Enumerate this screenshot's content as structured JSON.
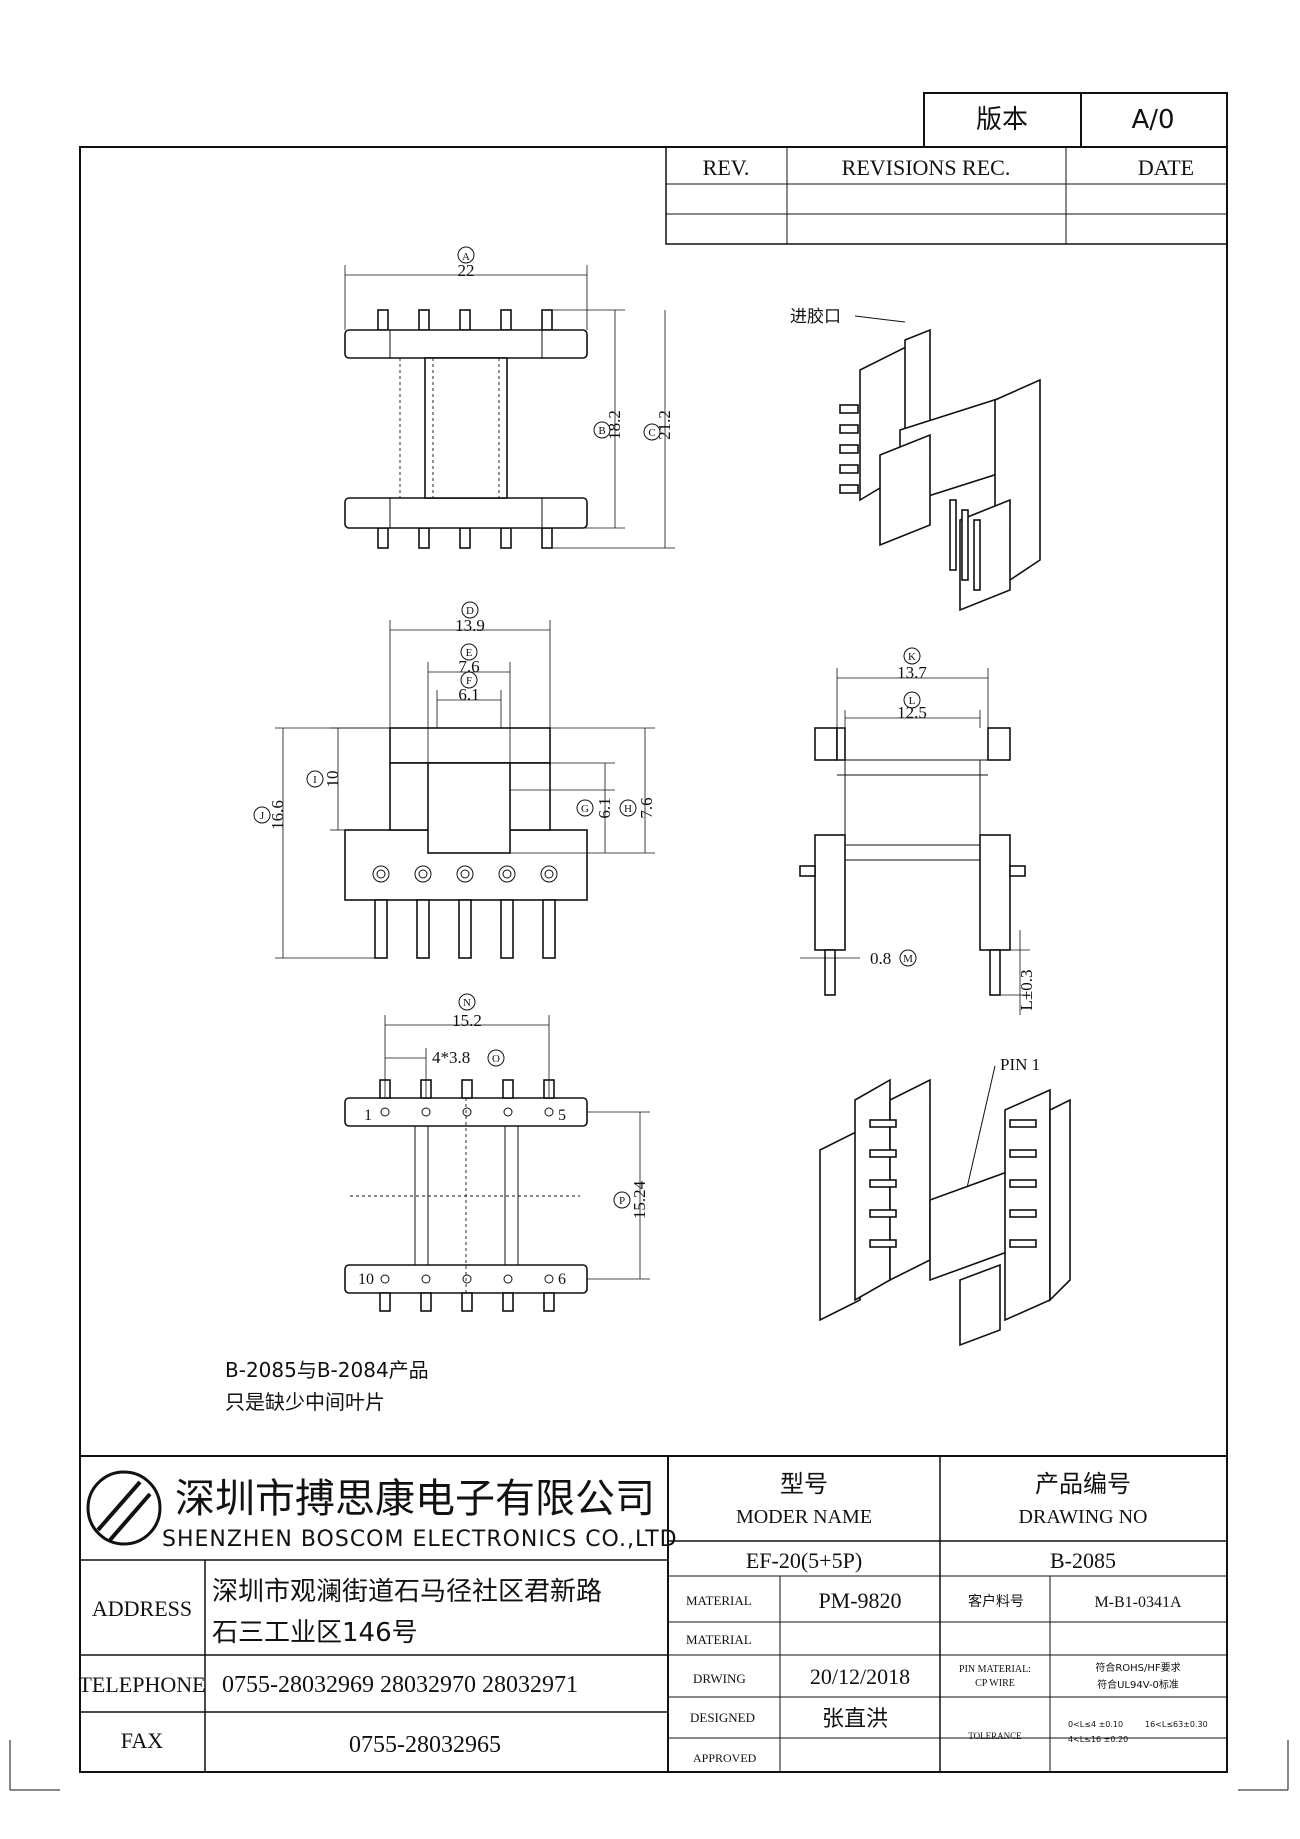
{
  "version_box": {
    "label": "版本",
    "value": "A/0"
  },
  "revision_table": {
    "headers": [
      "REV.",
      "REVISIONS REC.",
      "DATE"
    ]
  },
  "dims": {
    "A": "22",
    "B": "18.2",
    "C": "21.2",
    "D": "13.9",
    "E": "7.6",
    "F": "6.1",
    "I": "10",
    "J": "16.6",
    "G": "6.1",
    "H": "7.6",
    "K": "13.7",
    "L": "12.5",
    "M": "0.8",
    "pin_len": "L±0.3",
    "N": "15.2",
    "O": "4*3.8",
    "P": "15.24"
  },
  "dim_letters": [
    "A",
    "B",
    "C",
    "D",
    "E",
    "F",
    "G",
    "H",
    "I",
    "J",
    "K",
    "L",
    "M",
    "N",
    "O",
    "P"
  ],
  "pin_numbers": {
    "top_left": "1",
    "top_right": "5",
    "bottom_left": "10",
    "bottom_right": "6"
  },
  "callouts": {
    "gate": "进胶口",
    "pin1": "PIN 1"
  },
  "note": {
    "line1": "B-2085与B-2084产品",
    "line2": "只是缺少中间叶片"
  },
  "company": {
    "name_cn": "深圳市搏思康电子有限公司",
    "name_en": "SHENZHEN BOSCOM ELECTRONICS CO.,LTD",
    "address_label": "ADDRESS",
    "address_line1": "深圳市观澜街道石马径社区君新路",
    "address_line2": "石三工业区146号",
    "telephone_label": "TELEPHONE",
    "telephone": "0755-28032969 28032970 28032971",
    "fax_label": "FAX",
    "fax": "0755-28032965"
  },
  "title_block": {
    "model_label_cn": "型号",
    "model_label_en": "MODER NAME",
    "model_value": "EF-20(5+5P)",
    "drawing_label_cn": "产品编号",
    "drawing_label_en": "DRAWING NO",
    "drawing_value": "B-2085",
    "material_label": "MATERIAL",
    "material_value": "PM-9820",
    "customer_code_label": "客户料号",
    "customer_code_value": "M-B1-0341A",
    "material2_label": "MATERIAL",
    "drawing_date_label": "DRWING",
    "drawing_date_value": "20/12/2018",
    "pin_material_label": "PIN MATERIAL:",
    "cp_wire_label": "CP WIRE",
    "compliance_1": "符合ROHS/HF要求",
    "compliance_2": "符合UL94V-0标准",
    "designed_label": "DESIGNED",
    "designed_value": "张直洪",
    "approved_label": "APPROVED",
    "tolerance_label": "TOLERANCE",
    "tol_1": "0<L≤4  ±0.10",
    "tol_2": "16<L≤63±0.30",
    "tol_3": "4<L≤16  ±0.20"
  }
}
